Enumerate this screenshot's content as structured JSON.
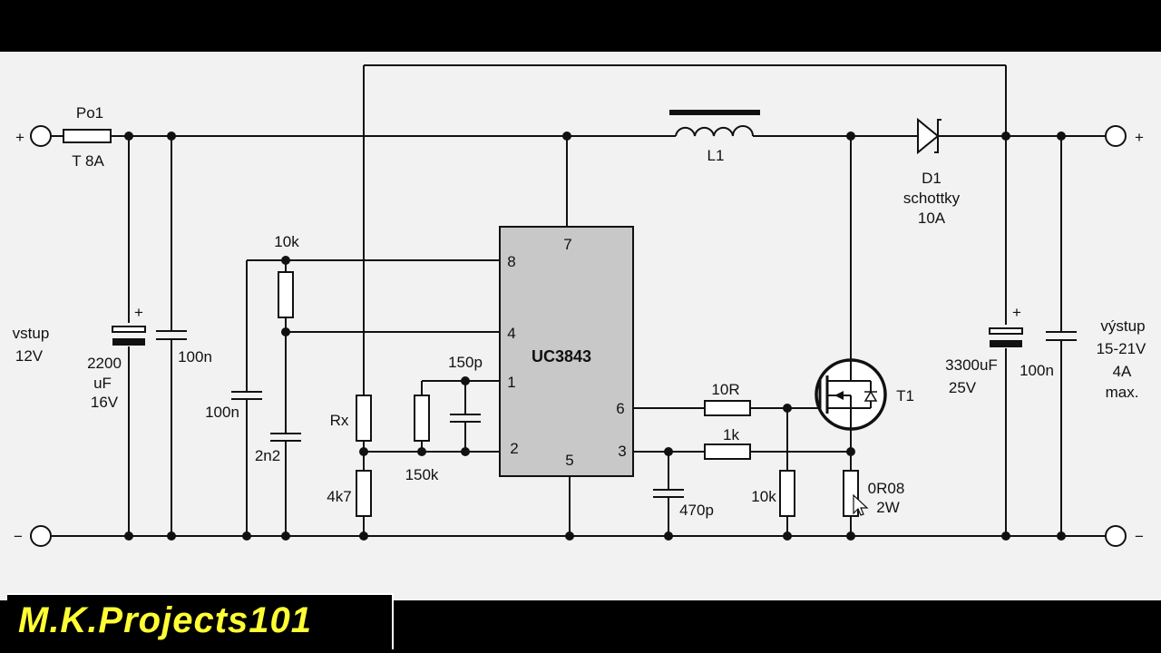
{
  "schematic": {
    "input": {
      "plus": "+",
      "minus": "−",
      "label_line1": "vstup",
      "label_line2": "12V"
    },
    "output": {
      "plus": "+",
      "minus": "−",
      "label_line1": "výstup",
      "label_line2": "15-21V",
      "label_line3": "4A",
      "label_line4": "max."
    },
    "fuse": {
      "name": "Po1",
      "rating": "T 8A"
    },
    "c_in": {
      "value_line1": "2200",
      "value_line2": "uF",
      "value_line3": "16V",
      "polarity": "+"
    },
    "c_in_ceramic": {
      "value": "100n"
    },
    "inductor": {
      "name": "L1"
    },
    "diode": {
      "name": "D1",
      "type": "schottky",
      "rating": "10A"
    },
    "c_out": {
      "value_line1": "3300uF",
      "value_line2": "25V",
      "polarity": "+"
    },
    "c_out_ceramic": {
      "value": "100n"
    },
    "ic": {
      "name": "UC3843",
      "pins": [
        "8",
        "4",
        "1",
        "2",
        "7",
        "6",
        "3",
        "5"
      ]
    },
    "r_ref": {
      "value": "10k"
    },
    "c_ref": {
      "value": "100n"
    },
    "c_timing": {
      "value": "2n2"
    },
    "r_x": {
      "value": "Rx"
    },
    "r_4k7": {
      "value": "4k7"
    },
    "c_comp": {
      "value": "150p"
    },
    "r_comp": {
      "value": "150k"
    },
    "r_gate": {
      "value": "10R"
    },
    "r_sense_filter": {
      "value": "1k"
    },
    "c_sense": {
      "value": "470p"
    },
    "r_gate_pulldown": {
      "value": "10k"
    },
    "r_shunt": {
      "value_line1": "0R08",
      "value_line2": "2W"
    },
    "mosfet": {
      "name": "T1"
    }
  },
  "brand": {
    "text": "M.K.Projects101",
    "color": "#ffff33"
  },
  "colors": {
    "background": "#f2f2f2",
    "ic_fill": "#c8c8c8",
    "ink": "#111111"
  }
}
